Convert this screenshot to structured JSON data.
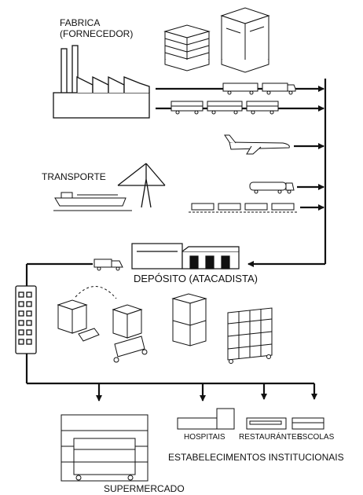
{
  "labels": {
    "factory_line1": "FABRICA",
    "factory_line2": "(FORNECEDOR)",
    "transport": "TRANSPORTE",
    "warehouse": "DEPÓSITO (ATACADISTA)",
    "hospitals": "HOSPITAIS",
    "restaurants": "RESTAURÁNTES",
    "schools": "ESCOLAS",
    "institutional": "ESTABELECIMENTOS INSTITUCIONAIS",
    "supermarket": "SUPERMERCADO"
  }
}
